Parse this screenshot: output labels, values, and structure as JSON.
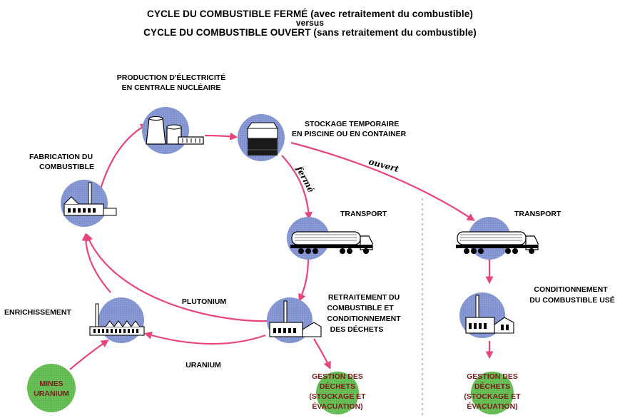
{
  "title": {
    "line1": "CYCLE DU COMBUSTIBLE FERMÉ (avec retraitement du combustible)",
    "line2": "versus",
    "line3": "CYCLE DU COMBUSTIBLE OUVERT (sans retraitement du combustible)"
  },
  "nodes": {
    "production": {
      "line1": "PRODUCTION D'ÉLECTRICITÉ",
      "line2": "EN CENTRALE NUCLÉAIRE"
    },
    "storage": {
      "line1": "STOCKAGE TEMPORAIRE",
      "line2": "EN PISCINE OU EN CONTAINER"
    },
    "fabrication": {
      "line1": "FABRICATION DU",
      "line2": "COMBUSTIBLE"
    },
    "transport_closed": "TRANSPORT",
    "transport_open": "TRANSPORT",
    "reprocessing": {
      "line1": "RETRAITEMENT DU",
      "line2": "COMBUSTIBLE ET",
      "line3": "CONDITIONNEMENT",
      "line4": "DES DÉCHETS"
    },
    "conditioning": {
      "line1": "CONDITIONNEMENT",
      "line2": "DU COMBUSTIBLE USÉ"
    },
    "enrichment": "ENRICHISSEMENT",
    "mines": {
      "line1": "MINES",
      "line2": "URANIUM"
    },
    "waste_closed": {
      "line1": "GESTION DES",
      "line2": "DÉCHETS",
      "line3": "(STOCKAGE ET",
      "line4": "ÉVACUATION)"
    },
    "waste_open": {
      "line1": "GESTION DES",
      "line2": "DÉCHETS",
      "line3": "(STOCKAGE ET",
      "line4": "ÉVACUATION)"
    }
  },
  "flows": {
    "plutonium": "PLUTONIUM",
    "uranium": "URANIUM",
    "ferme": "fermé",
    "ouvert": "ouvert"
  },
  "colors": {
    "arrow": "#e8457a",
    "node_blue": "#8a9bd6",
    "node_green": "#6cc25a",
    "divider": "#999999"
  }
}
